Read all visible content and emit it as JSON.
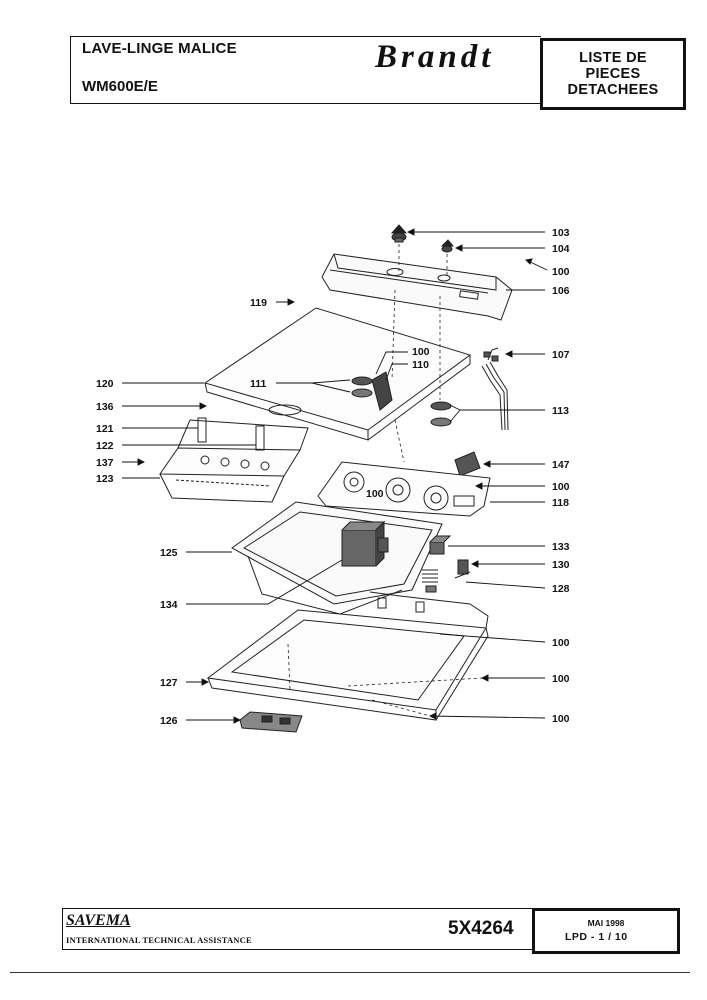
{
  "header": {
    "title": "LAVE-LINGE MALICE",
    "model": "WM600E/E",
    "brand": "Brandt",
    "doc_type": [
      "LISTE DE",
      "PIECES",
      "DETACHEES"
    ]
  },
  "footer": {
    "company": "SAVEMA",
    "subtitle": "INTERNATIONAL TECHNICAL ASSISTANCE",
    "reference": "5X4264",
    "date": "MAI 1998",
    "page": "LPD -  1 / 10"
  },
  "parts": {
    "p103": "103",
    "p104": "104",
    "p100a": "100",
    "p106": "106",
    "p119": "119",
    "p100b": "100",
    "p110": "110",
    "p107": "107",
    "p111": "111",
    "p120": "120",
    "p136": "136",
    "p113": "113",
    "p121": "121",
    "p122": "122",
    "p147": "147",
    "p137": "137",
    "p123": "123",
    "p100c": "100",
    "p100d": "100",
    "p118": "118",
    "p133": "133",
    "p125": "125",
    "p130": "130",
    "p128": "128",
    "p134": "134",
    "p100e": "100",
    "p127": "127",
    "p100f": "100",
    "p126": "126",
    "p100g": "100"
  }
}
